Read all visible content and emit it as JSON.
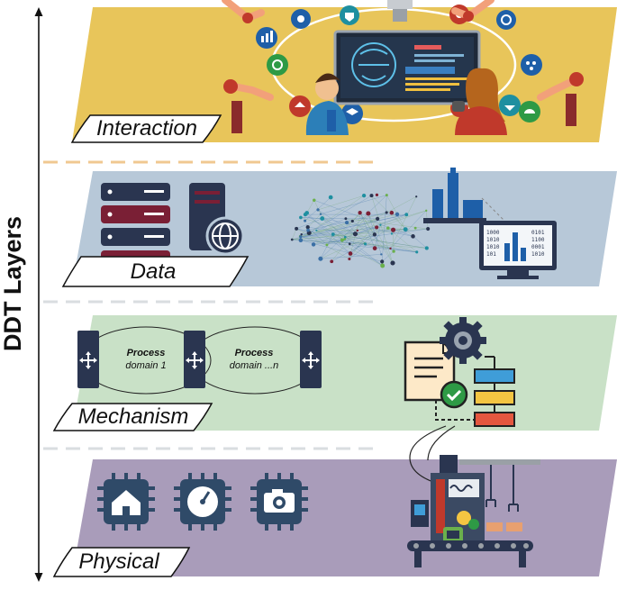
{
  "axis": {
    "title": "DDT Layers"
  },
  "layers": [
    {
      "key": "interaction",
      "label": "Interaction",
      "color": "#e8c55a"
    },
    {
      "key": "data",
      "label": "Data",
      "color": "#b5c6d6"
    },
    {
      "key": "mechanism",
      "label": "Mechanism",
      "color": "#c8e0c6"
    },
    {
      "key": "physical",
      "label": "Physical",
      "color": "#a99bb9"
    }
  ],
  "mechanism": {
    "process_1_title": "Process",
    "process_1_sub": "domain 1",
    "process_2_title": "Process",
    "process_2_sub": "domain ...n"
  },
  "data_panel": {
    "binary_left": [
      "1000",
      "1010",
      "1010",
      "101"
    ],
    "binary_right": [
      "0101",
      "1100",
      "0001",
      "1010"
    ]
  },
  "colors": {
    "accent_blue": "#1e5fa8",
    "server_dark": "#2a3550",
    "server_red": "#7a1f35",
    "chip_navy": "#2f4a68",
    "dashed": "#e8c08a"
  },
  "icons": [
    "server-rack-icon",
    "globe-server-icon",
    "network-graph-icon",
    "factory-icon",
    "monitor-chart-icon",
    "network-switch-icon",
    "gear-icon",
    "document-icon",
    "check-icon",
    "flowchart-icon",
    "chip-house-icon",
    "chip-gauge-icon",
    "chip-camera-icon",
    "robot-arm-icon",
    "person-icon",
    "machine-icon"
  ]
}
